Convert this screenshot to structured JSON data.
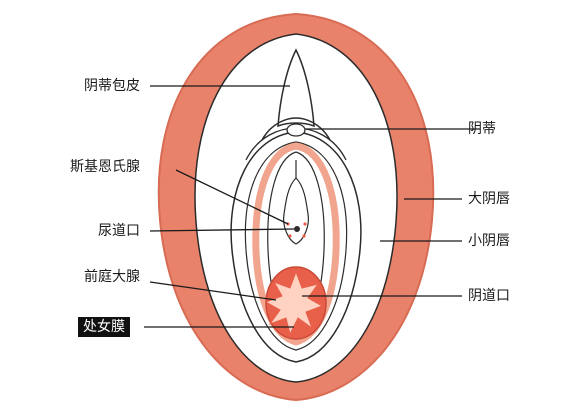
{
  "labels": {
    "clitoral_hood": "阴蒂包皮",
    "skene_glands": "斯基恩氏腺",
    "urethral_opening": "尿道口",
    "bartholin_glands": "前庭大腺",
    "hymen": "处女膜",
    "clitoris": "阴蒂",
    "labia_majora": "大阴唇",
    "labia_minora": "小阴唇",
    "vaginal_opening": "阴道口"
  },
  "colors": {
    "outer": "#e8826a",
    "outer_light": "#f4b6a2",
    "skin": "#ffffff",
    "line": "#2b2b2b",
    "inner_band": "#f2a58e",
    "opening": "#e8604a",
    "opening_core": "#ffd2c2",
    "highlight_bg": "#111111"
  }
}
